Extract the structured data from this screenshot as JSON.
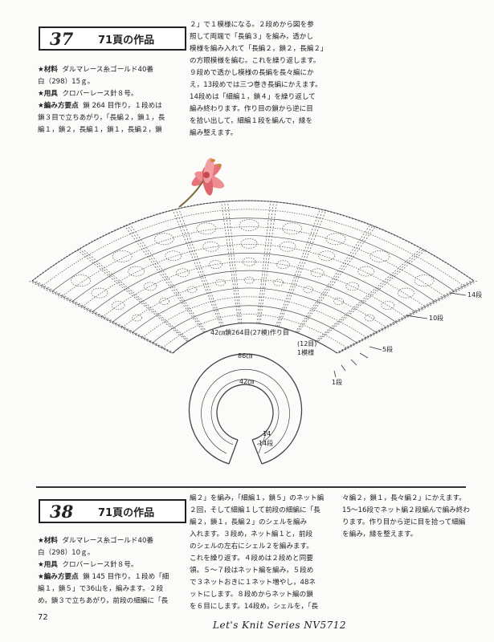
{
  "project37": {
    "number": "37",
    "title": "71頁の作品",
    "materials_label": "★材料",
    "materials_lines": [
      "ダルマレース糸ゴールド40番",
      "白（298）15ｇ。"
    ],
    "tools_label": "★用具",
    "tools_text": "クロバーレース針８号。",
    "method_label": "★編み方要点",
    "method_lines": [
      "鎖 264 目作り，１段めは",
      "鎖３目で立ちあがり，「長編２，鎖１，長",
      "編１，鎖２，長編１，鎖１，長編２，鎖"
    ],
    "col2_lines": [
      "２」で１模様になる。２段めから図を参",
      "照して両端で「長編３」を編み，透かし",
      "模様を編み入れて「長編２，鎖２，長編２」",
      "の方眼模様を編む。これを繰り返します。",
      "９段めで透かし模様の長編を長々編にか",
      "え，13段めでは三つ巻き長編にかえます。",
      "14段めは「細編１，鎖４」を繰り返して",
      "編み終わります。作り目の鎖から逆に目",
      "を拾い出して，細編１段を編んで，縁を",
      "編み整えます。"
    ]
  },
  "diagram": {
    "start_label": "42㎝鎖264目(27模)作り目",
    "row14": "14段",
    "row10": "10段",
    "row5": "5段",
    "row1": "1段",
    "repeat_label": "(12目)",
    "repeat_label2": "1模様",
    "outer_cm": "86㎝",
    "inner_cm": "42㎝",
    "width_cm": "14",
    "width_rows": "14段"
  },
  "project38": {
    "number": "38",
    "title": "71頁の作品",
    "materials_label": "★材料",
    "materials_lines": [
      "ダルマレース糸ゴールド40番",
      "白（298）10ｇ。"
    ],
    "tools_label": "★用具",
    "tools_text": "クロバーレース針８号。",
    "method_label": "★編み方要点",
    "method_lines": [
      "鎖 145 目作り，１段め「細",
      "編１，鎖５」で36山を，編みます。２段",
      "め，鎖３で立ちあがり，前段の細編に「長"
    ],
    "col2_lines": [
      "編２」を編み，「細編１，鎖５」のネット編",
      "２回，そして細編１して前段の細編に「長",
      "編２，鎖１，長編２」のシェルを編み",
      "入れます。３段め，ネット編１と，前段",
      "のシェルの左右にシェル２を編みます。",
      "これを繰り返す。４段めは２段めと同要",
      "領。５～７段はネット編を編み，５段め",
      "で３ネットおきに１ネット増やし，48ネ",
      "ットにします。８段めからネット編の鎖",
      "を６目にします。14段め，シェルを，「長"
    ],
    "col3_lines": [
      "々編２，鎖１，長々編２」にかえます。",
      "15～16段でネット編２段編んで編み終わ",
      "ります。作り目から逆に目を拾って細編",
      "を編み，縁を整えます。"
    ]
  },
  "footer": {
    "page_number": "72",
    "series": "Let's Knit Series NV5712"
  }
}
